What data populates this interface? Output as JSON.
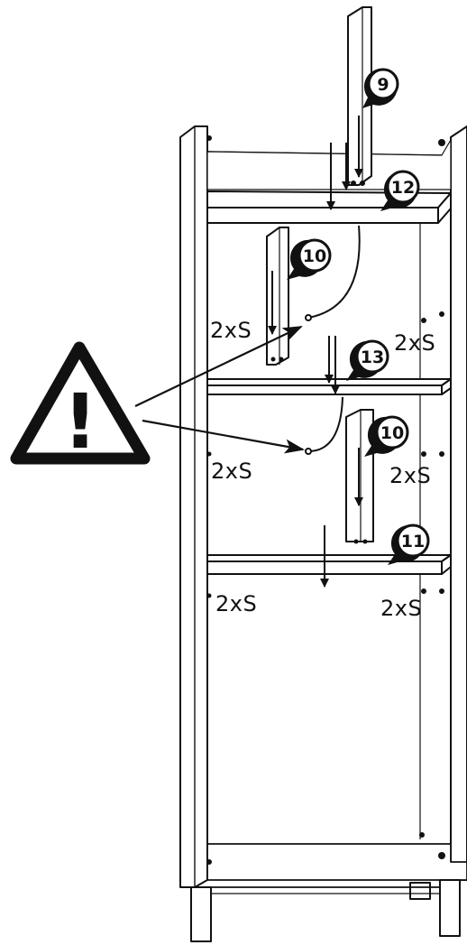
{
  "callouts": {
    "c9": "9",
    "c12": "12",
    "c10_top": "10",
    "c13": "13",
    "c10_bottom": "10",
    "c11": "11"
  },
  "quantities": {
    "q1": "2xS",
    "q2": "2xS",
    "q3": "2xS",
    "q4": "2xS",
    "q5": "2xS",
    "q6": "2xS"
  },
  "warning": {
    "symbol": "!"
  },
  "colors": {
    "line": "#111111",
    "fill": "#ffffff"
  }
}
